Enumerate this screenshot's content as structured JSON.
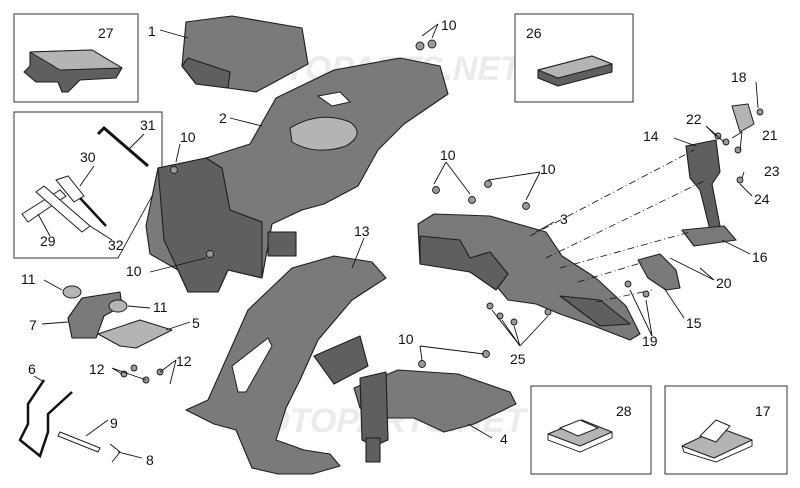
{
  "watermark": "MOTOPARTS.NET",
  "callouts": {
    "c1": "1",
    "c2": "2",
    "c3": "3",
    "c4": "4",
    "c5": "5",
    "c6": "6",
    "c7": "7",
    "c8": "8",
    "c9": "9",
    "c10a": "10",
    "c10b": "10",
    "c10c": "10",
    "c10d": "10",
    "c10e": "10",
    "c10f": "10",
    "c11a": "11",
    "c11b": "11",
    "c12a": "12",
    "c12b": "12",
    "c13": "13",
    "c14": "14",
    "c15": "15",
    "c16": "16",
    "c17": "17",
    "c18": "18",
    "c19": "19",
    "c20": "20",
    "c21": "21",
    "c22": "22",
    "c23": "23",
    "c24": "24",
    "c25": "25",
    "c26": "26",
    "c27": "27",
    "c28": "28",
    "c29": "29",
    "c30": "30",
    "c31": "31",
    "c32": "32"
  },
  "colors": {
    "part_fill": "#7a7a7a",
    "part_dark": "#5f5f5f",
    "outline": "#1e1e1e",
    "background": "#ffffff"
  }
}
